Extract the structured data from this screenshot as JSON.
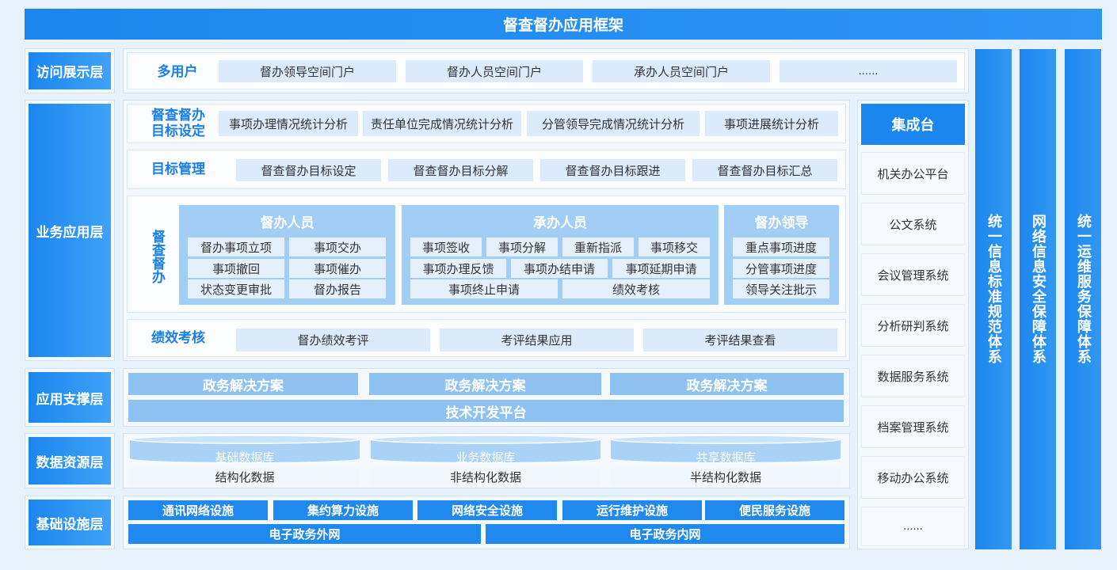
{
  "title": "督查督办应用框架",
  "layers": {
    "access": "访问展示层",
    "business": "业务应用层",
    "support": "应用支撑层",
    "data": "数据资源层",
    "infra": "基础设施层"
  },
  "access_row": {
    "title": "多用户",
    "items": [
      "督办领导空间门户",
      "督办人员空间门户",
      "承办人员空间门户",
      "......"
    ]
  },
  "target_setting": {
    "title": "督查督办\n目标设定",
    "items": [
      "事项办理情况统计分析",
      "责任单位完成情况统计分析",
      "分管领导完成情况统计分析",
      "事项进展统计分析"
    ]
  },
  "target_mgmt": {
    "title": "目标管理",
    "items": [
      "督查督办目标设定",
      "督查督办目标分解",
      "督查督办目标跟进",
      "督查督办目标汇总"
    ]
  },
  "supervise": {
    "title": "督查督办",
    "supervisor": {
      "head": "督办人员",
      "items": [
        "督办事项立项",
        "事项交办",
        "事项撤回",
        "事项催办",
        "状态变更审批",
        "督办报告"
      ]
    },
    "handler": {
      "head": "承办人员",
      "items": [
        "事项签收",
        "事项分解",
        "重新指派",
        "事项移交",
        "事项办理反馈",
        "事项办结申请",
        "事项延期申请",
        "事项终止申请",
        "绩效考核"
      ]
    },
    "leader": {
      "head": "督办领导",
      "items": [
        "重点事项进度",
        "分管事项进度",
        "领导关注批示"
      ]
    }
  },
  "performance": {
    "title": "绩效考核",
    "items": [
      "督办绩效考评",
      "考评结果应用",
      "考评结果查看"
    ]
  },
  "support": {
    "solutions": [
      "政务解决方案",
      "政务解决方案",
      "政务解决方案"
    ],
    "platform": "技术开发平台"
  },
  "data": {
    "dbs": [
      "基础数据库",
      "业务数据库",
      "共享数据库"
    ],
    "types": [
      "结构化数据",
      "非结构化数据",
      "半结构化数据"
    ]
  },
  "infra": {
    "items": [
      "通讯网络设施",
      "集约算力设施",
      "网络安全设施",
      "运行维护设施",
      "便民服务设施"
    ],
    "nets": [
      "电子政务外网",
      "电子政务内网"
    ]
  },
  "integration": {
    "head": "集成台",
    "items": [
      "机关办公平台",
      "公文系统",
      "会议管理系统",
      "分析研判系统",
      "数据服务系统",
      "档案管理系统",
      "移动办公系统",
      "......"
    ]
  },
  "columns": [
    "统一信息标准规范体系",
    "网络信息安全保障体系",
    "统一运维服务保障体系"
  ],
  "colors": {
    "primary": "#1b86ee",
    "accent_text": "#1a7fe6",
    "panel": "#a2cdf4"
  }
}
